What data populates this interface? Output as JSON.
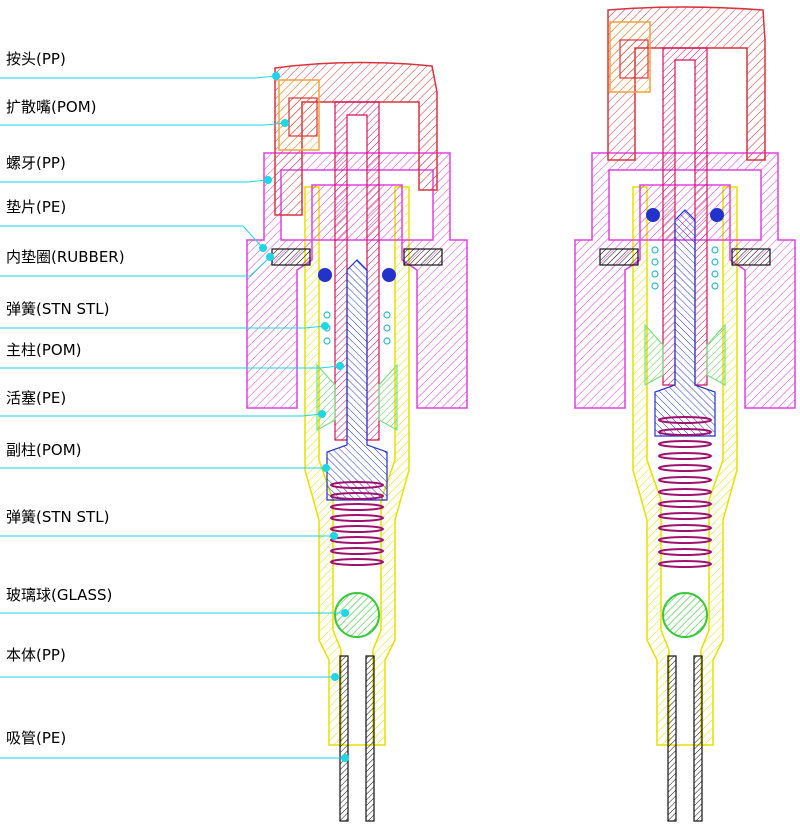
{
  "labels": [
    {
      "id": "button",
      "text": "按头(PP)"
    },
    {
      "id": "nozzle",
      "text": "扩散嘴(POM)"
    },
    {
      "id": "closure",
      "text": "螺牙(PP)"
    },
    {
      "id": "gasket",
      "text": "垫片(PE)"
    },
    {
      "id": "inner-ring",
      "text": "内垫圈(RUBBER)"
    },
    {
      "id": "spring-upper",
      "text": "弹簧(STN STL)"
    },
    {
      "id": "main-stem",
      "text": "主柱(POM)"
    },
    {
      "id": "piston",
      "text": "活塞(PE)"
    },
    {
      "id": "sub-stem",
      "text": "副柱(POM)"
    },
    {
      "id": "spring-lower",
      "text": "弹簧(STN STL)"
    },
    {
      "id": "glass-ball",
      "text": "玻璃球(GLASS)"
    },
    {
      "id": "housing",
      "text": "本体(PP)"
    },
    {
      "id": "dip-tube",
      "text": "吸管(PE)"
    }
  ],
  "colors": {
    "leader": "#1ed6e6",
    "button": "#d8333c",
    "nozzle": "#f2a23a",
    "closure": "#e040e0",
    "housing": "#f2ee30",
    "stem": "#d8105a",
    "sub_stem": "#2233cc",
    "piston": "#7ee07e",
    "spring": "#a01070",
    "spring_upper": "#30b8c8",
    "ball": "#39c839",
    "tube": "#111111"
  }
}
